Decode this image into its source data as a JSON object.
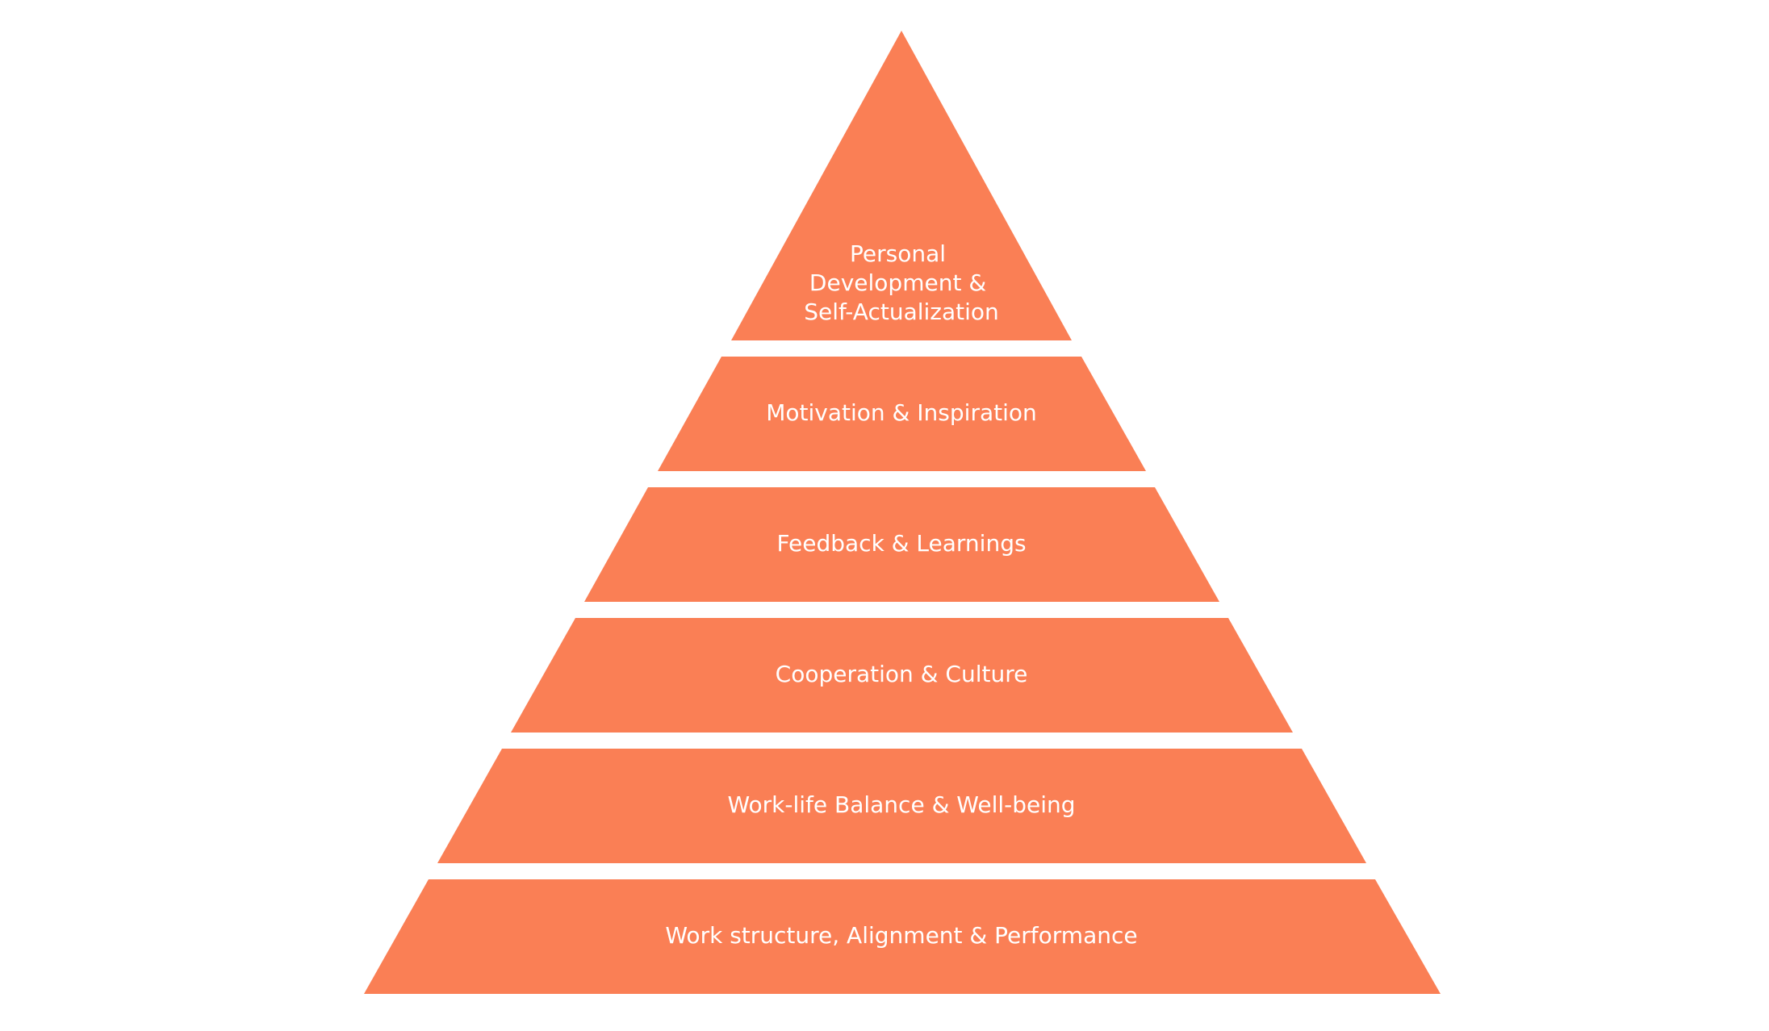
{
  "diagram": {
    "fill_color": "#FA7F55",
    "label_color": "#FFFFFF",
    "tiers": [
      {
        "lines": [
          "Personal",
          "Development &",
          "Self-Actualization"
        ]
      },
      {
        "lines": [
          "Motivation & Inspiration"
        ]
      },
      {
        "lines": [
          "Feedback & Learnings"
        ]
      },
      {
        "lines": [
          "Cooperation & Culture"
        ]
      },
      {
        "lines": [
          "Work-life Balance & Well-being"
        ]
      },
      {
        "lines": [
          "Work structure, Alignment & Performance"
        ]
      }
    ]
  }
}
